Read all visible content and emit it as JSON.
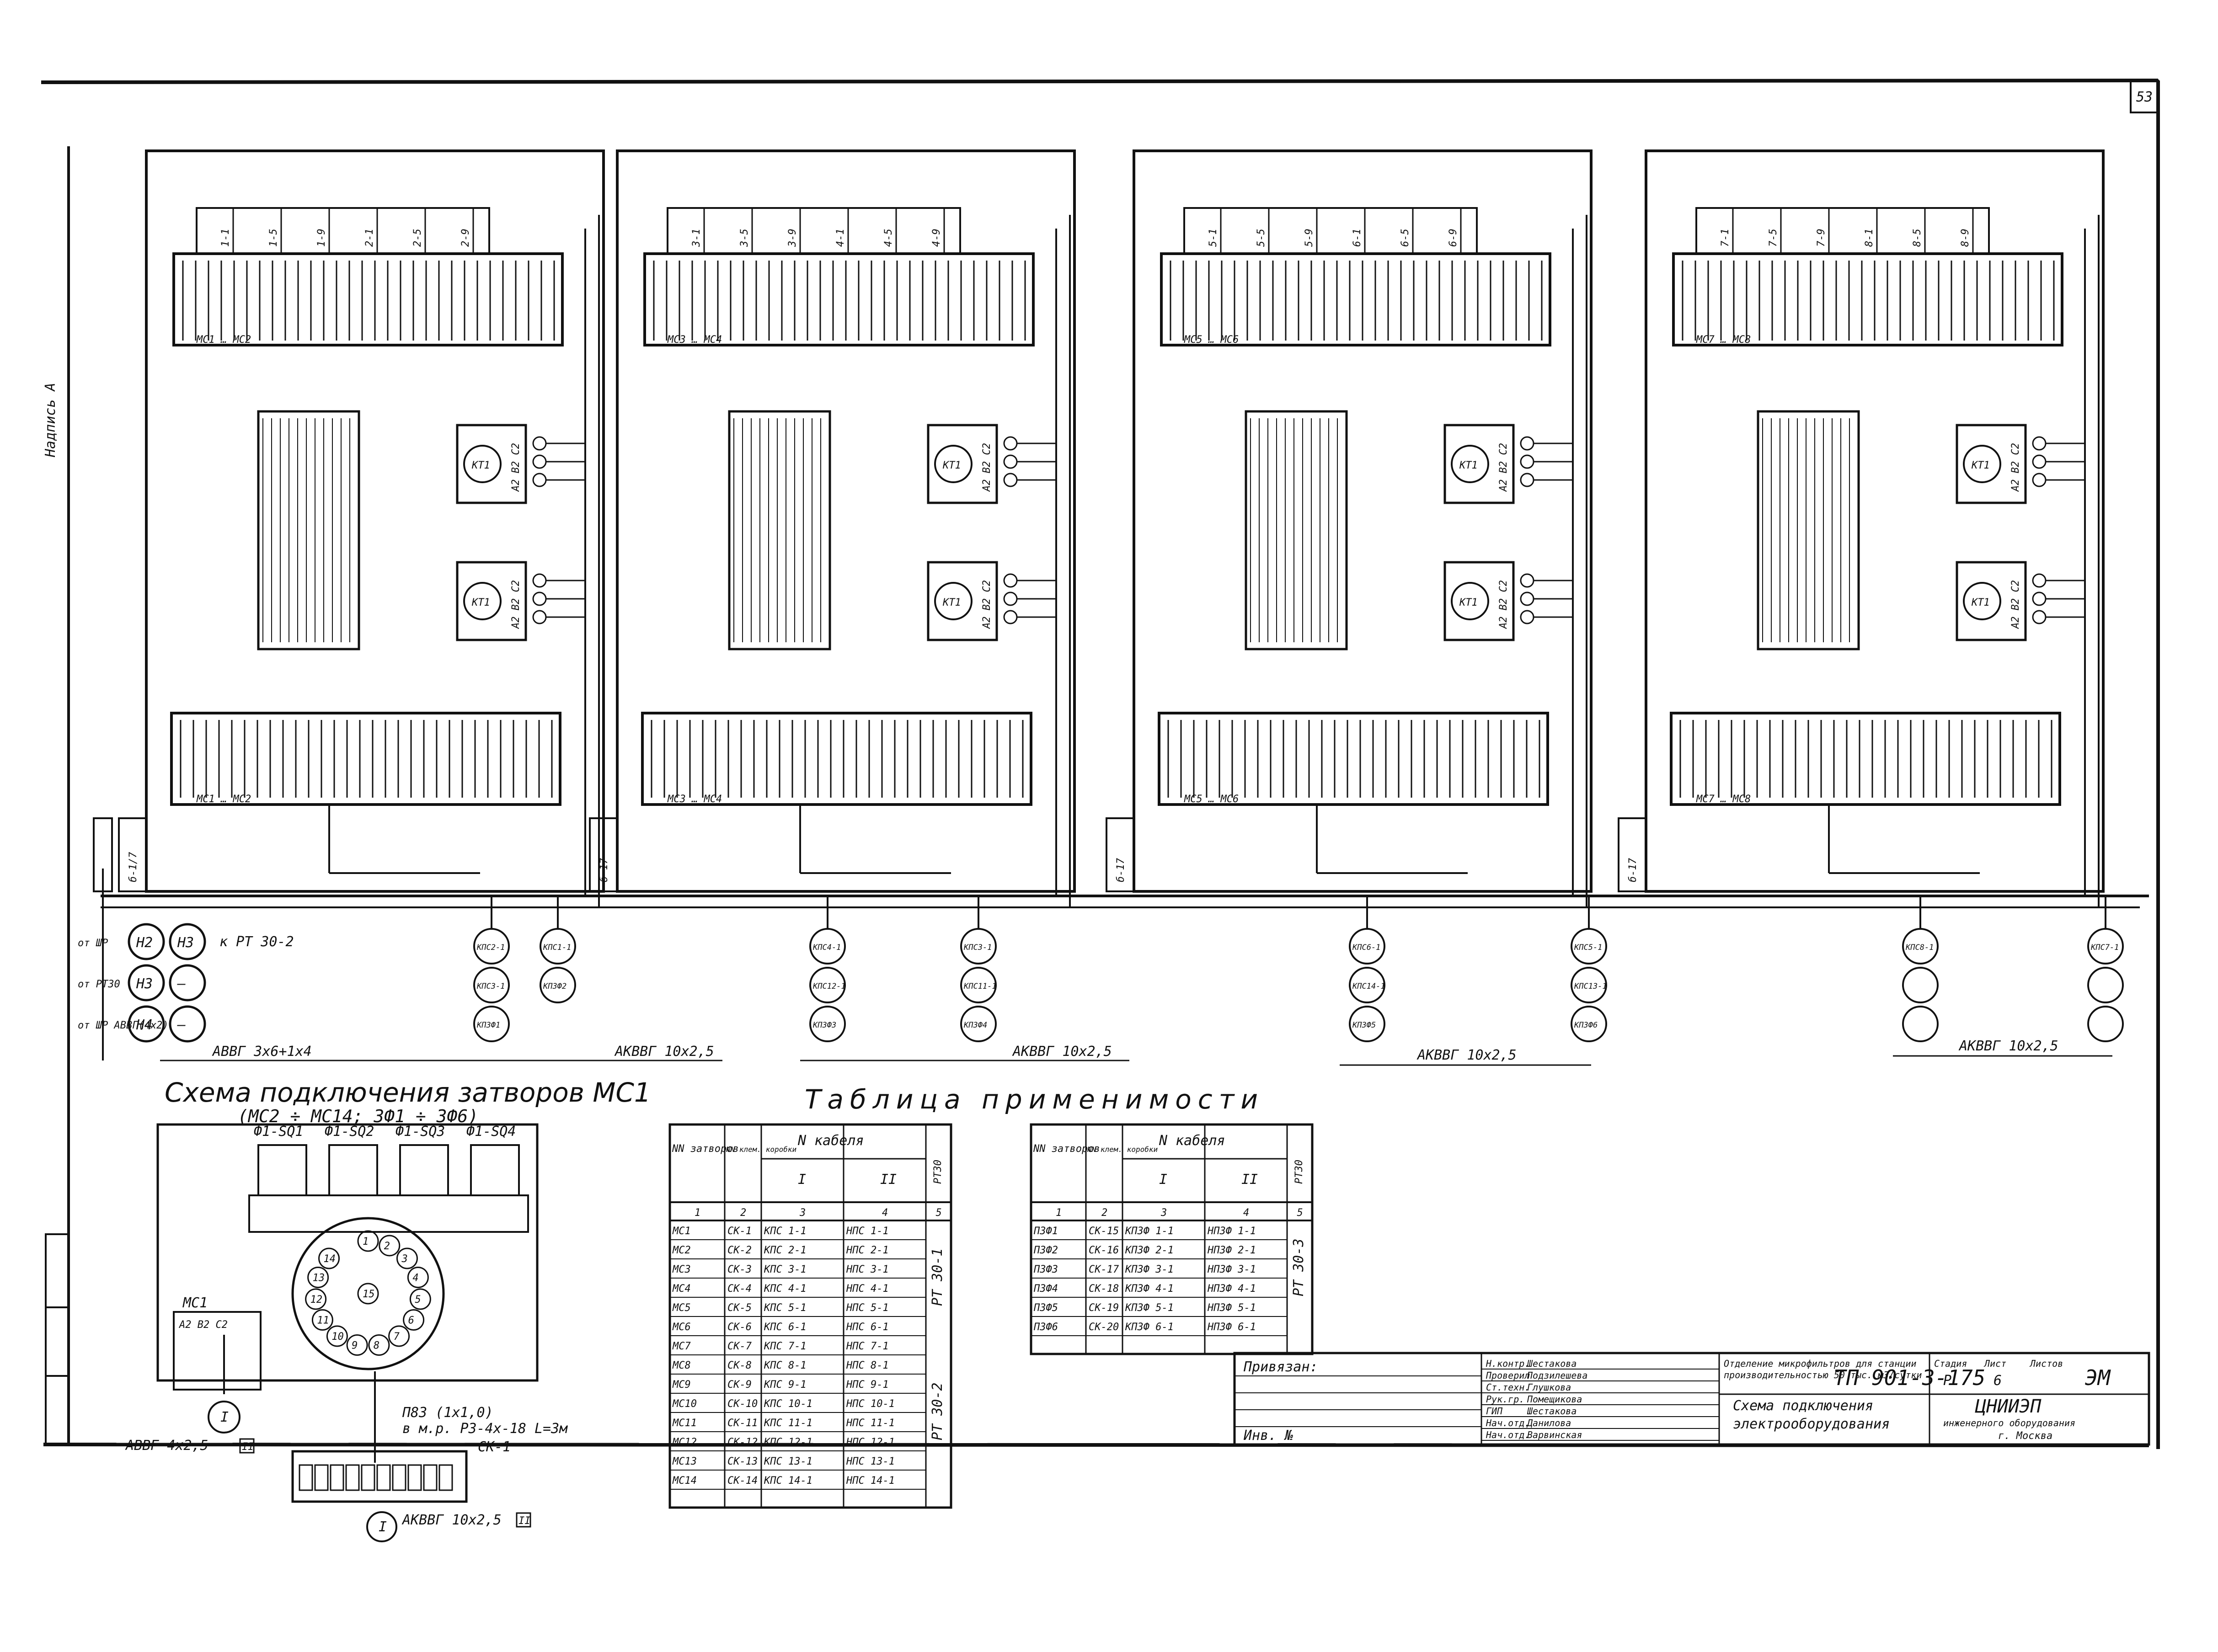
{
  "sheet": {
    "page_number": "53",
    "left_margin_label": "Надпись А"
  },
  "panels": [
    {
      "top_labels": [
        "1-1",
        "1-5",
        "1-9",
        "2-1",
        "2-5",
        "2-9"
      ],
      "top_strip": "МС1 … МС2",
      "bottom_strip": "МС1 … МС2",
      "wire": "б-1/7",
      "cables_left": [
        "КПС2-1",
        "КПС3-1",
        "КП3Ф1"
      ],
      "cables_right": [
        "КПС1-1",
        "КП3Ф2"
      ]
    },
    {
      "top_labels": [
        "3-1",
        "3-5",
        "3-9",
        "4-1",
        "4-5",
        "4-9"
      ],
      "top_strip": "МС3 … МС4",
      "bottom_strip": "МС3 … МС4",
      "wire": "б-17",
      "cables_left": [
        "КПС4-1",
        "КПС12-1",
        "КП3Ф3"
      ],
      "cables_right": [
        "КПС3-1",
        "КПС11-1",
        "КП3Ф4"
      ]
    },
    {
      "top_labels": [
        "5-1",
        "5-5",
        "5-9",
        "6-1",
        "6-5",
        "6-9"
      ],
      "top_strip": "МС5 … МС6",
      "bottom_strip": "МС5 … МС6",
      "wire": "б-17",
      "cables_left": [
        "КПС6-1",
        "КПС14-1",
        "КП3Ф5"
      ],
      "cables_right": [
        "КПС5-1",
        "КПС13-1",
        "КП3Ф6"
      ]
    },
    {
      "top_labels": [
        "7-1",
        "7-5",
        "7-9",
        "8-1",
        "8-5",
        "8-9"
      ],
      "top_strip": "МС7 … МС8",
      "bottom_strip": "МС7 … МС8",
      "wire": "б-17",
      "cables_left": [
        "КПС8-1",
        "",
        ""
      ],
      "cables_right": [
        "КПС7-1",
        "",
        ""
      ]
    }
  ],
  "relay_labels": {
    "name": "КТ1",
    "pins": "А2 В2 С2"
  },
  "left_inputs": [
    {
      "label": "от ШР",
      "a": "Н2",
      "b": "Н3"
    },
    {
      "label": "от РТ30",
      "a": "Н3",
      "b": "—"
    },
    {
      "label": "от ШР АВВГ(4х2)",
      "a": "Н4",
      "b": "—"
    }
  ],
  "cable_marks": {
    "to_rt": "к РТ 30-2",
    "main_cable": "АВВГ 3х6+1х4",
    "group_1": "АКВВГ 10х2,5",
    "group_2": "АКВВГ 10х2,5",
    "group_3": "АКВВГ 10х2,5",
    "group_4": "АКВВГ 10х2,5"
  },
  "connection_scheme": {
    "title": "Схема подключения затворов МС1",
    "subtitle": "(МС2 ÷ МС14; 3Ф1 ÷ 3Ф6)",
    "switches": [
      "Ф1-SQ1",
      "Ф1-SQ2",
      "Ф1-SQ3",
      "Ф1-SQ4"
    ],
    "connector_pins": [
      "1",
      "2",
      "3",
      "4",
      "5",
      "6",
      "7",
      "8",
      "9",
      "10",
      "11",
      "12",
      "13",
      "14",
      "15"
    ],
    "mc_label": "МС1",
    "mc_pins": "А2 В2 С2",
    "cable_note": "П83 (1х1,0)",
    "cable_note_2": "в м.р. РЗ-4х-18 L=3м",
    "box_label": "СК-1",
    "cable_a": "АВВГ 4х2,5",
    "cable_a_mark": "II",
    "cable_b": "АКВВГ 10х2,5",
    "cable_b_mark": "I",
    "bottom_mark": "I"
  },
  "applicability": {
    "title": "Таблица применимости",
    "headers": {
      "col1": "NN затворов",
      "col2": "NN клем. коробки",
      "cable": "N кабеля",
      "sub1": "I",
      "sub2": "II",
      "rt": "РТ30"
    },
    "col_numbers": [
      "1",
      "2",
      "3",
      "4",
      "5"
    ],
    "table1": {
      "rows": [
        [
          "МС1",
          "СК-1",
          "КПС 1-1",
          "НПС 1-1"
        ],
        [
          "МС2",
          "СК-2",
          "КПС 2-1",
          "НПС 2-1"
        ],
        [
          "МС3",
          "СК-3",
          "КПС 3-1",
          "НПС 3-1"
        ],
        [
          "МС4",
          "СК-4",
          "КПС 4-1",
          "НПС 4-1"
        ],
        [
          "МС5",
          "СК-5",
          "КПС 5-1",
          "НПС 5-1"
        ],
        [
          "МС6",
          "СК-6",
          "КПС 6-1",
          "НПС 6-1"
        ],
        [
          "МС7",
          "СК-7",
          "КПС 7-1",
          "НПС 7-1"
        ],
        [
          "МС8",
          "СК-8",
          "КПС 8-1",
          "НПС 8-1"
        ],
        [
          "МС9",
          "СК-9",
          "КПС 9-1",
          "НПС 9-1"
        ],
        [
          "МС10",
          "СК-10",
          "КПС 10-1",
          "НПС 10-1"
        ],
        [
          "МС11",
          "СК-11",
          "КПС 11-1",
          "НПС 11-1"
        ],
        [
          "МС12",
          "СК-12",
          "КПС 12-1",
          "НПС 12-1"
        ],
        [
          "МС13",
          "СК-13",
          "КПС 13-1",
          "НПС 13-1"
        ],
        [
          "МС14",
          "СК-14",
          "КПС 14-1",
          "НПС 14-1"
        ]
      ],
      "rt_groups": [
        "РТ 30-1",
        "РТ 30-2"
      ]
    },
    "table2": {
      "rows": [
        [
          "П3Ф1",
          "СК-15",
          "КП3Ф 1-1",
          "НП3Ф 1-1"
        ],
        [
          "П3Ф2",
          "СК-16",
          "КП3Ф 2-1",
          "НП3Ф 2-1"
        ],
        [
          "П3Ф3",
          "СК-17",
          "КП3Ф 3-1",
          "НП3Ф 3-1"
        ],
        [
          "П3Ф4",
          "СК-18",
          "КП3Ф 4-1",
          "НП3Ф 4-1"
        ],
        [
          "П3Ф5",
          "СК-19",
          "КП3Ф 5-1",
          "НП3Ф 5-1"
        ],
        [
          "П3Ф6",
          "СК-20",
          "КП3Ф 6-1",
          "НП3Ф 6-1"
        ]
      ],
      "rt_group": "РТ 30-3"
    }
  },
  "title_block": {
    "code": "ТП 901-3-175",
    "mark": "ЭМ",
    "privyazan": "Привязан:",
    "inv": "Инв. №",
    "staff": [
      [
        "Н.контр.",
        "Шестакова"
      ],
      [
        "Проверил",
        "Подзилешева"
      ],
      [
        "Ст.техн.",
        "Глушкова"
      ],
      [
        "Рук.гр.",
        "Помещикова"
      ],
      [
        "ГИП",
        "Шестакова"
      ],
      [
        "Нач.отд.",
        "Данилова"
      ],
      [
        "Нач.отд.",
        "Варвинская"
      ]
    ],
    "object": "Отделение микрофильтров для станции производительностью 50 тыс. м3/сутки",
    "sheet_title": "Схема подключения электрооборудования",
    "stage_h": "Стадия",
    "sheet_h": "Лист",
    "sheets_h": "Листов",
    "stage": "Р",
    "sheet": "6",
    "org": "ЦНИИЭП",
    "org_sub": "инженерного оборудования",
    "city": "г. Москва"
  }
}
